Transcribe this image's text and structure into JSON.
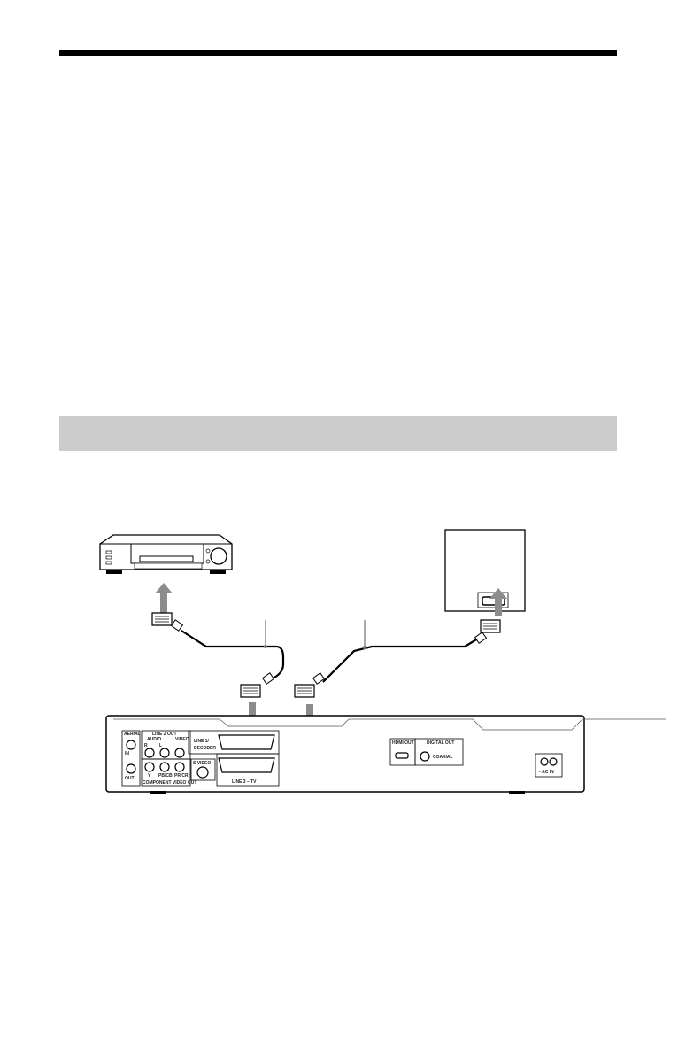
{
  "colors": {
    "rule": "#000000",
    "section_band": "#cccccc",
    "arrow": "#8c8c8c"
  },
  "diagram": {
    "devices": [
      "vcr",
      "tv",
      "dvd-recorder-rear-panel"
    ],
    "recorder_labels": {
      "aerial": "AERIAL",
      "aerial_in": "IN",
      "aerial_out": "OUT",
      "line2_out": "LINE 2 OUT",
      "audio": "AUDIO",
      "video": "VIDEO",
      "r": "R",
      "l": "L",
      "line1": "LINE 1/",
      "decoder": "DECODER",
      "line3": "LINE 3 – TV",
      "component": "COMPONENT VIDEO OUT",
      "y": "Y",
      "pb": "PB/CB",
      "pr": "PR/CR",
      "svideo": "S VIDEO",
      "hdmi": "HDMI OUT",
      "digital_out": "DIGITAL OUT",
      "coaxial": "COAXIAL",
      "ac_in": "~ AC IN"
    }
  }
}
